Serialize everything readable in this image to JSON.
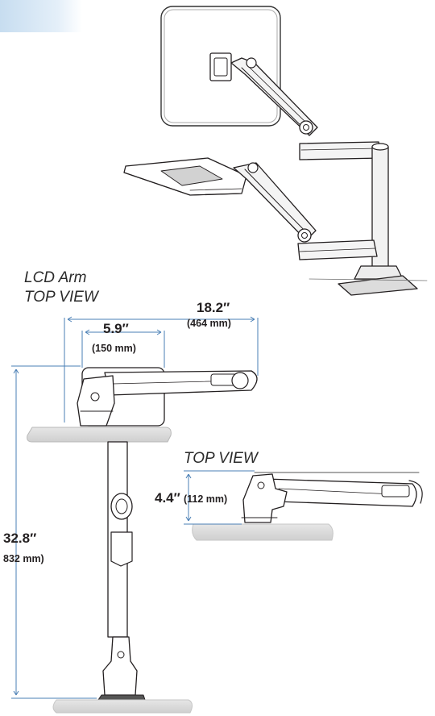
{
  "labels": {
    "lcd_arm_line1": "LCD Arm",
    "lcd_arm_line2": "TOP VIEW",
    "top_view_2": "TOP VIEW"
  },
  "dimensions": {
    "width_outer": {
      "value": "18.2″",
      "metric": "(464 mm)"
    },
    "width_inner": {
      "value": "5.9″",
      "metric": "(150 mm)"
    },
    "height_total": {
      "value": "32.8″",
      "metric": "832 mm)"
    },
    "keyboard_depth": {
      "value": "4.4″",
      "metric": "(112 mm)"
    }
  },
  "colors": {
    "dimension_line": "#4a7fb5",
    "line_art": "#231f20",
    "surface": "#d9d9d9",
    "corner_tab": "#c7ddf0"
  }
}
